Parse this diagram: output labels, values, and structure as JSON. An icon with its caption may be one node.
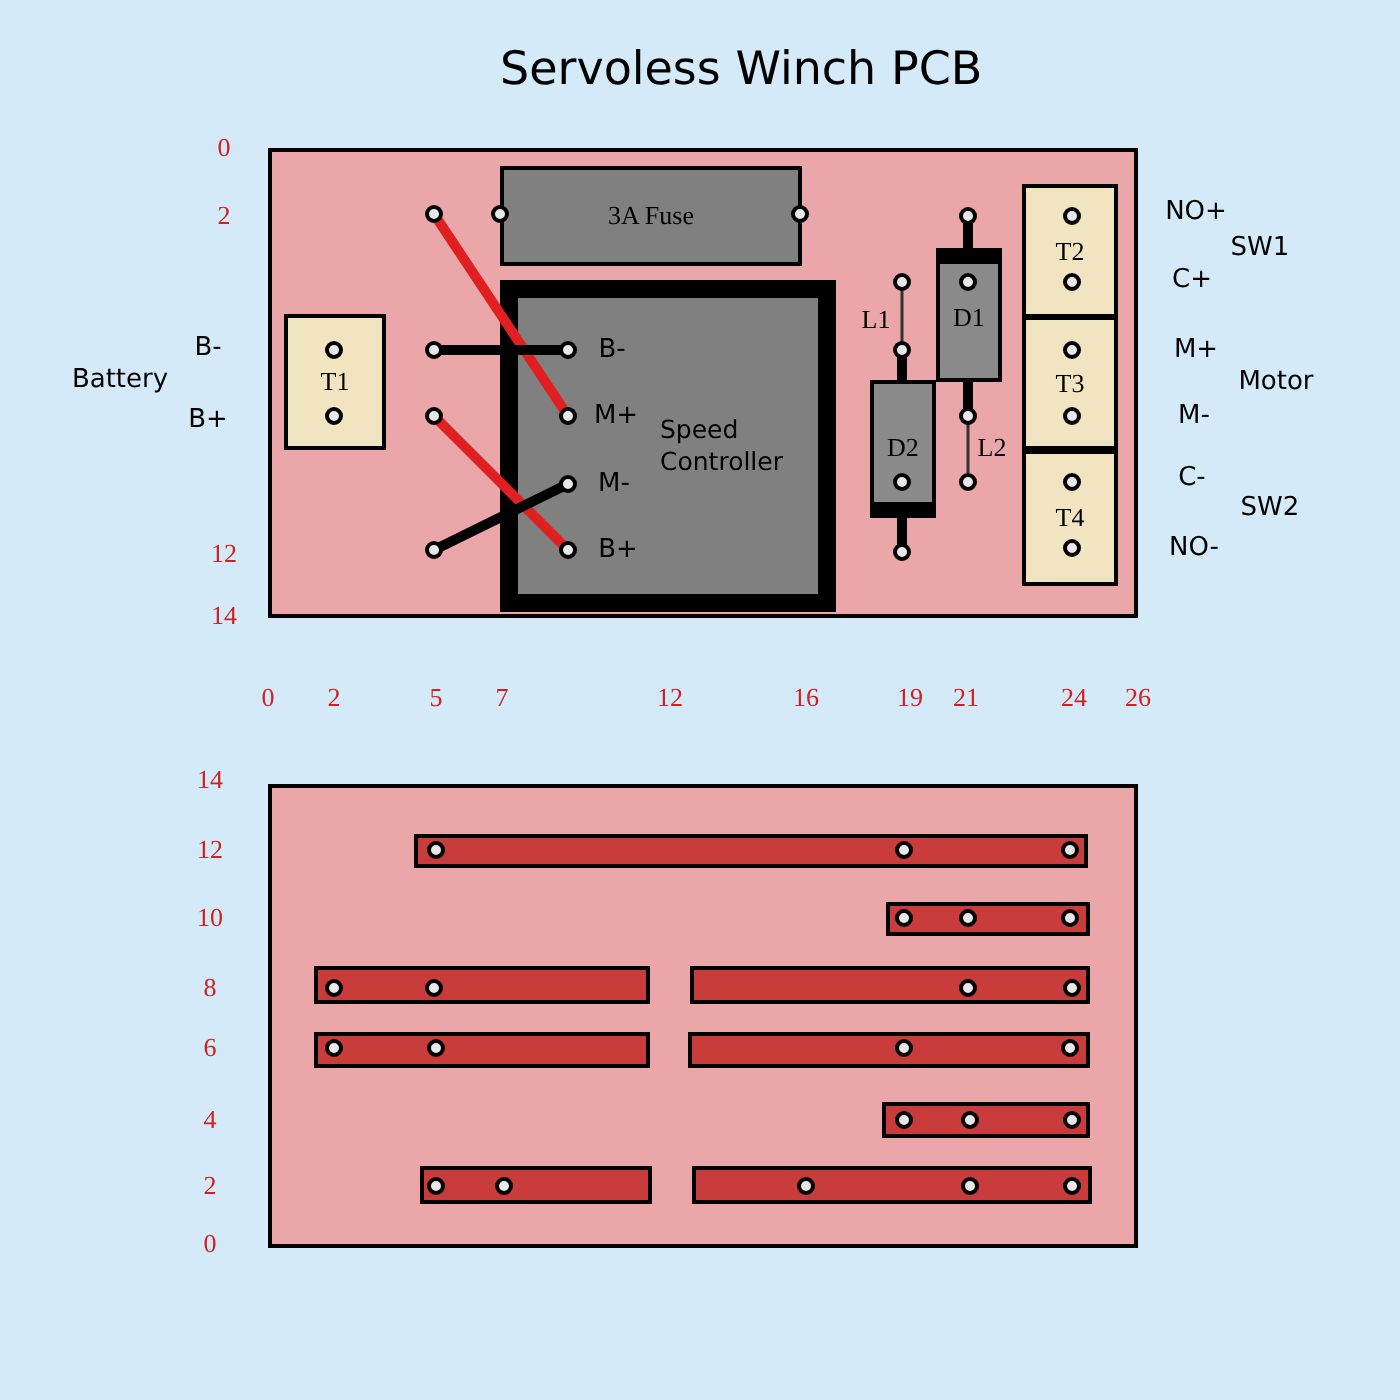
{
  "diagram": {
    "title": "Servoless Winch PCB",
    "nodes": [
      {
        "text": [],
        "shape": "box"
      },
      {
        "text": [
          "T1"
        ],
        "in": 0
      },
      {
        "text": [
          "3A Fuse"
        ],
        "in": 0
      },
      {
        "text": [
          "Speed Controller"
        ],
        "in": 0
      },
      {
        "text": [
          "D1"
        ],
        "in": 0
      },
      {
        "text": [
          "D2"
        ],
        "in": 0
      },
      {
        "text": [
          "T2"
        ],
        "in": 0
      },
      {
        "text": [
          "T3"
        ],
        "in": 0
      },
      {
        "text": [
          "T4"
        ],
        "in": 0
      },
      {
        "text": [],
        "shape": "box"
      },
      {
        "text": [],
        "shape": "bar",
        "in": 9
      },
      {
        "text": [],
        "shape": "bar",
        "in": 9
      },
      {
        "text": [],
        "shape": "bar",
        "in": 9
      },
      {
        "text": [],
        "shape": "bar",
        "in": 9
      },
      {
        "text": [],
        "shape": "bar",
        "in": 9
      },
      {
        "text": [],
        "shape": "bar",
        "in": 9
      },
      {
        "text": [],
        "shape": "bar",
        "in": 9
      },
      {
        "text": [],
        "shape": "bar",
        "in": 9
      },
      {
        "text": [],
        "shape": "bar",
        "in": 9
      }
    ],
    "labels": [
      "0",
      "2",
      "12",
      "14",
      "Battery",
      "B-",
      "B+",
      "B-",
      "M+",
      "M-",
      "B+",
      "L1",
      "L2",
      "NO+",
      "SW1",
      "C+",
      "M+",
      "Motor",
      "M-",
      "C-",
      "SW2",
      "NO-",
      "0",
      "2",
      "5",
      "7",
      "12",
      "16",
      "19",
      "21",
      "24",
      "26",
      "14",
      "12",
      "10",
      "8",
      "6",
      "4",
      "2",
      "0"
    ]
  }
}
